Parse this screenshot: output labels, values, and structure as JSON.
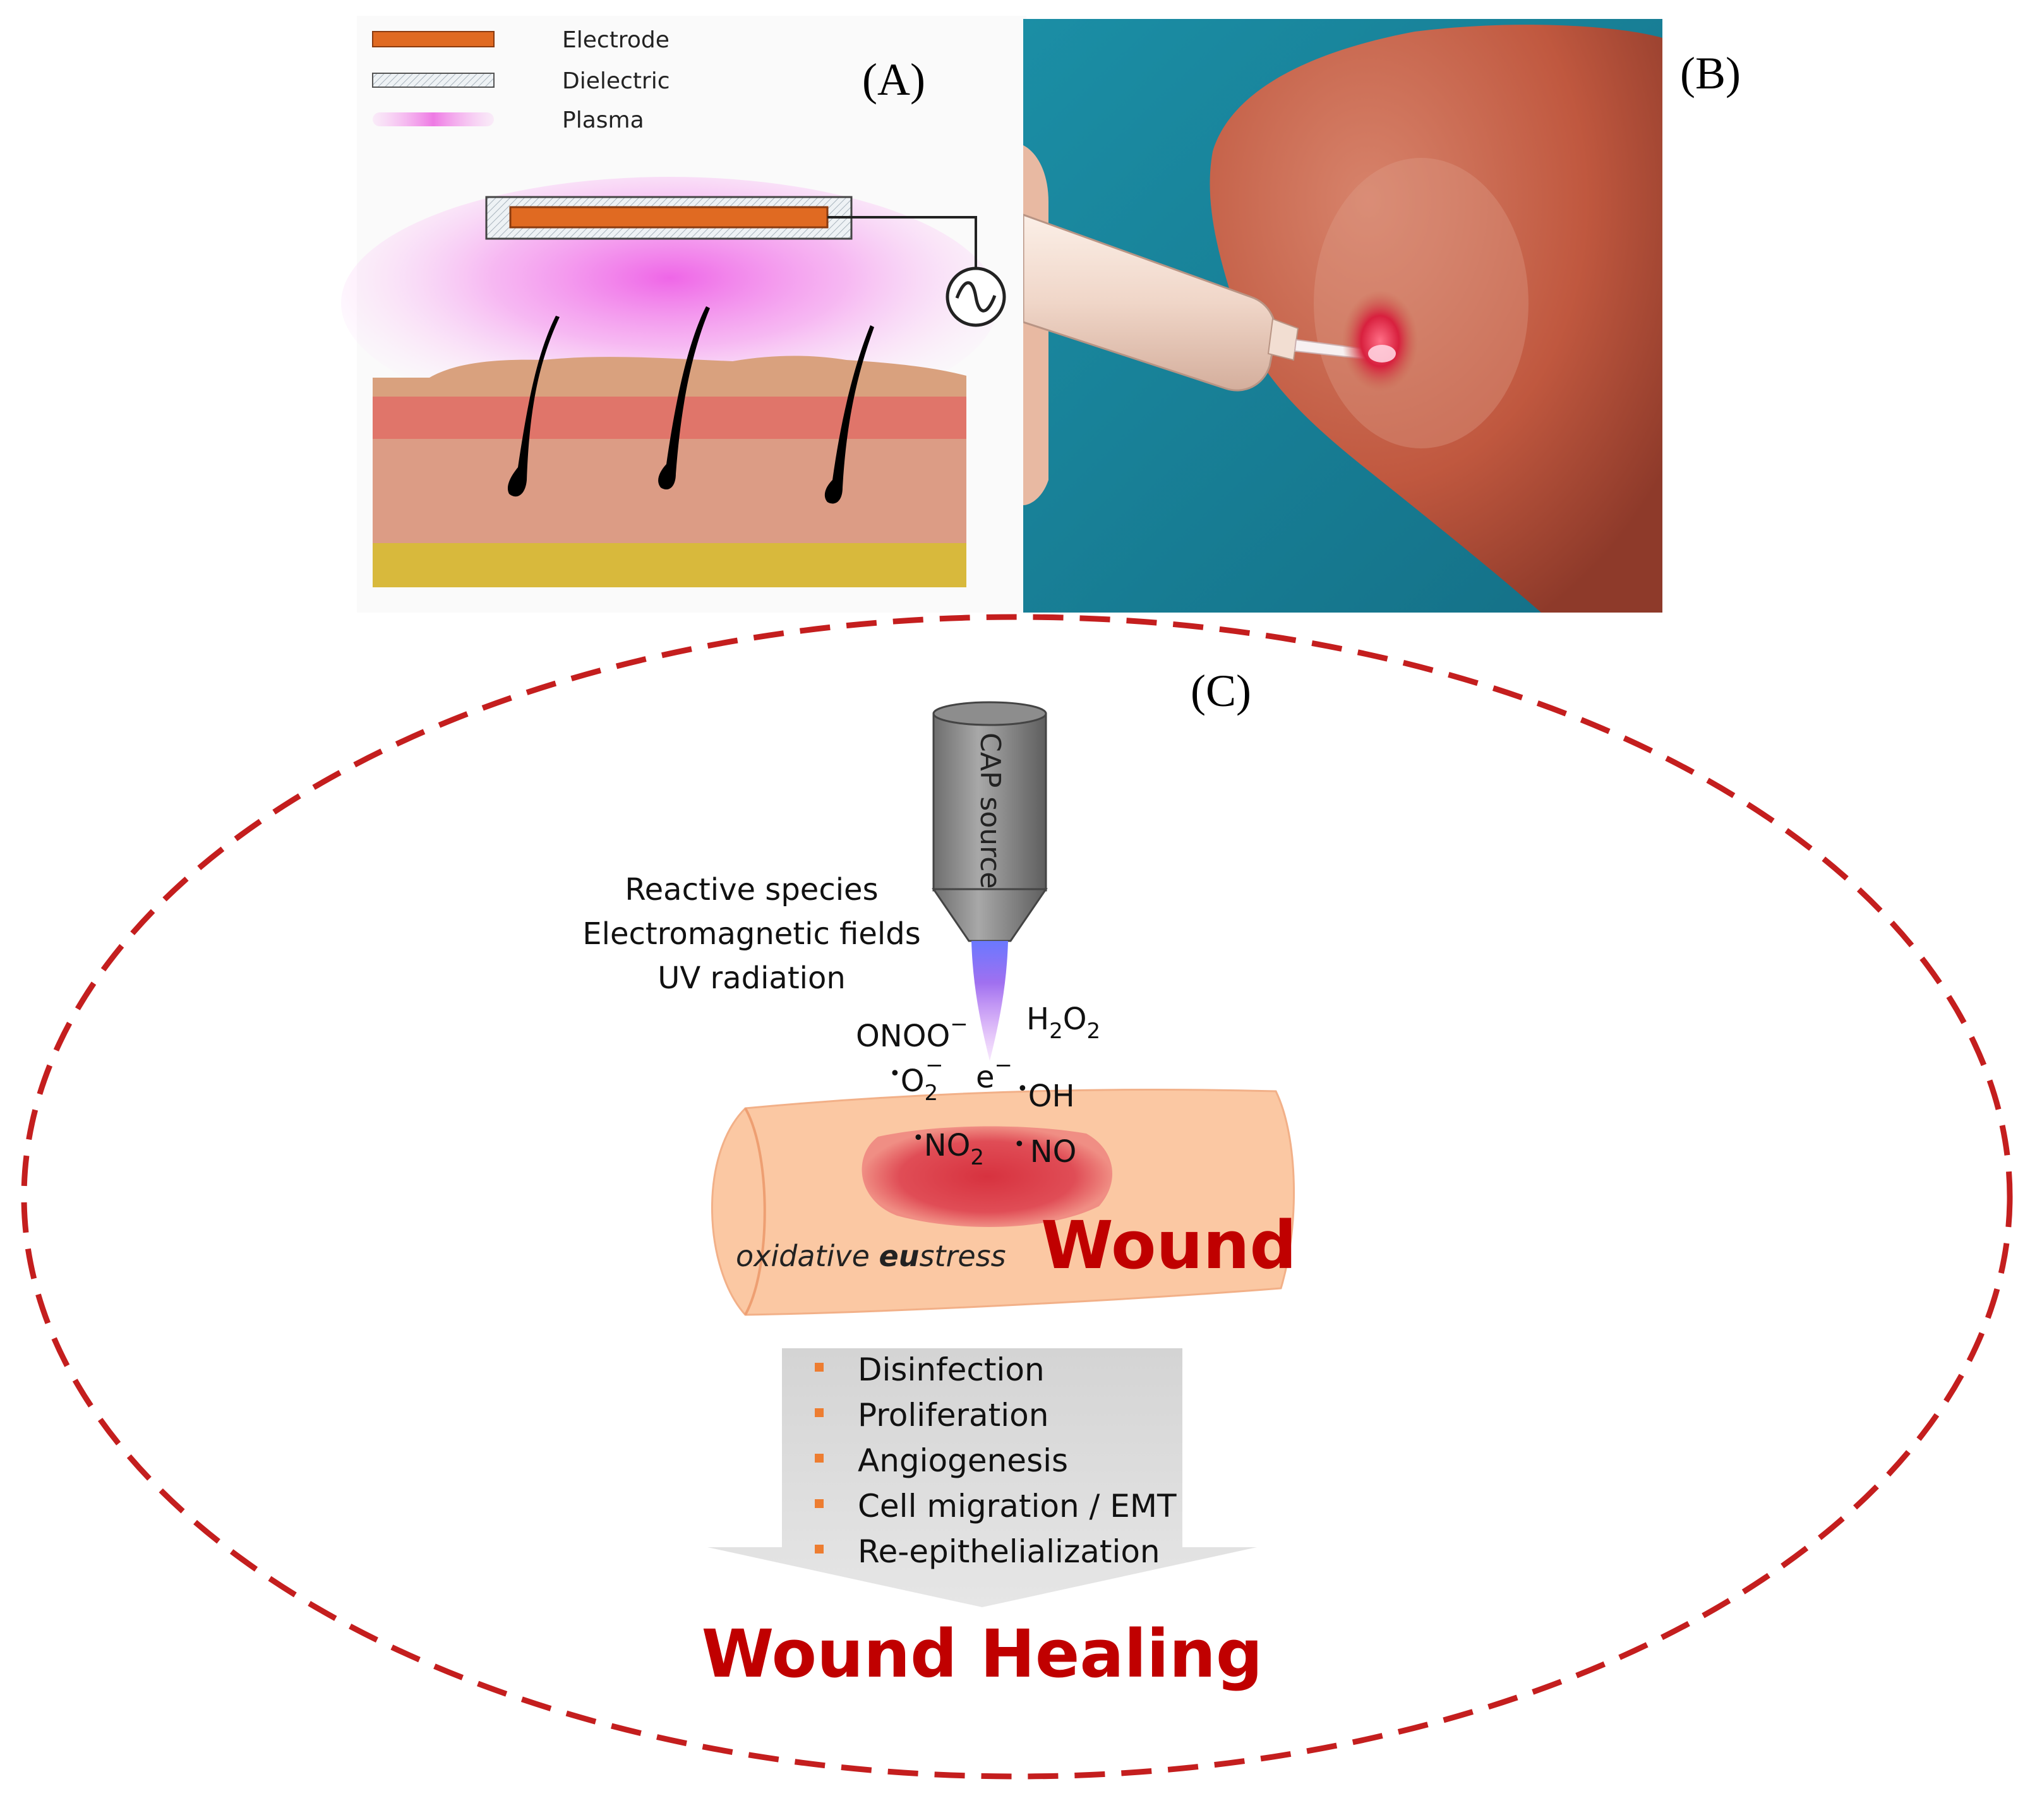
{
  "panel_a": {
    "tag": "(A)",
    "legend": [
      {
        "label": "Electrode",
        "color": "#e06a22"
      },
      {
        "label": "Dielectric",
        "color": "#e8eef2"
      },
      {
        "label": "Plasma",
        "color": "#ee7ae4"
      }
    ],
    "skin_colors": {
      "epidermis": "#d9a17e",
      "dermis_top": "#e0756a",
      "dermis": "#dc9c85",
      "fat": "#d8b93c"
    },
    "source_icon": "ac-source-icon"
  },
  "panel_b": {
    "tag": "(B)",
    "photo_colors": {
      "background": "#1f8da0",
      "skin": "#c8604b",
      "wound": "#e0304a",
      "device": "#f2ded2"
    }
  },
  "panel_c": {
    "tag": "(C)",
    "source_label": "CAP source",
    "emissions": [
      "Reactive species",
      "Electromagnetic fields",
      "UV radiation"
    ],
    "species": {
      "peroxynitrite": {
        "base": "ONOO",
        "sup": "−"
      },
      "hydrogen_peroxide": {
        "h": "H",
        "sub1": "2",
        "o": "O",
        "sub2": "2"
      },
      "superoxide": {
        "dot": "•",
        "base": "O",
        "sub": "2",
        "sup": "−"
      },
      "electron": {
        "base": "e",
        "sup": "−"
      },
      "hydroxyl": {
        "dot": "•",
        "base": "OH"
      },
      "nitrogen_dioxide": {
        "dot": "•",
        "base": "NO",
        "sub": "2"
      },
      "nitric_oxide": {
        "dot": "•",
        "base": "NO"
      }
    },
    "stress_label_1": "oxidative ",
    "stress_label_2": "eu",
    "stress_label_3": "stress",
    "wound_label": "Wound",
    "effects": [
      "Disinfection",
      "Proliferation",
      "Angiogenesis",
      "Cell migration / EMT",
      "Re-epithelialization"
    ],
    "result_label": "Wound Healing",
    "colors": {
      "dashed_ellipse": "#c41e1e",
      "wound_text": "#c00000",
      "bullet": "#ed7d31",
      "tissue": "#fbc8a3",
      "arrow": "#d9d9d9"
    }
  }
}
